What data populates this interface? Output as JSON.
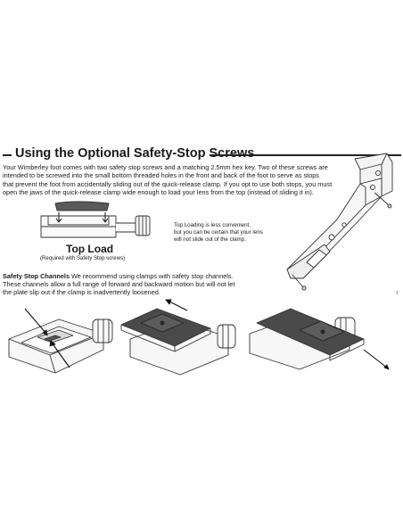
{
  "section": {
    "heading": "Using the Optional Safety-Stop Screws",
    "intro_lines": [
      "Your Wimberley foot comes with two safety stop screws and a matching 2.5mm hex key. Two of these screws are",
      "intended to be screwed into the small bottom threaded holes in the front and back of the foot to serve as stops",
      "that prevent the foot from accidentally sliding out of the quick-release clamp. If you opt to use both stops, you must",
      "open the jaws of the quick-release clamp wide enough to load your lens from the top (instead of sliding it in)."
    ]
  },
  "top_load": {
    "title": "Top Load",
    "subtitle": "(Required with Safety Stop screws)",
    "note_lines": [
      "Top Loading is less convenient,",
      "but you can be certain that your lens",
      "will not slide out of the clamp."
    ]
  },
  "channels": {
    "lead": "Safety Stop Channels",
    "line1_rest": " We recommend using clamps with safety stop channels.",
    "line2": "These channels allow a full range of forward and backward motion but will not let",
    "line3": "the plate slip out if the clamp is inadvertently loosened."
  },
  "page_number": "1"
}
